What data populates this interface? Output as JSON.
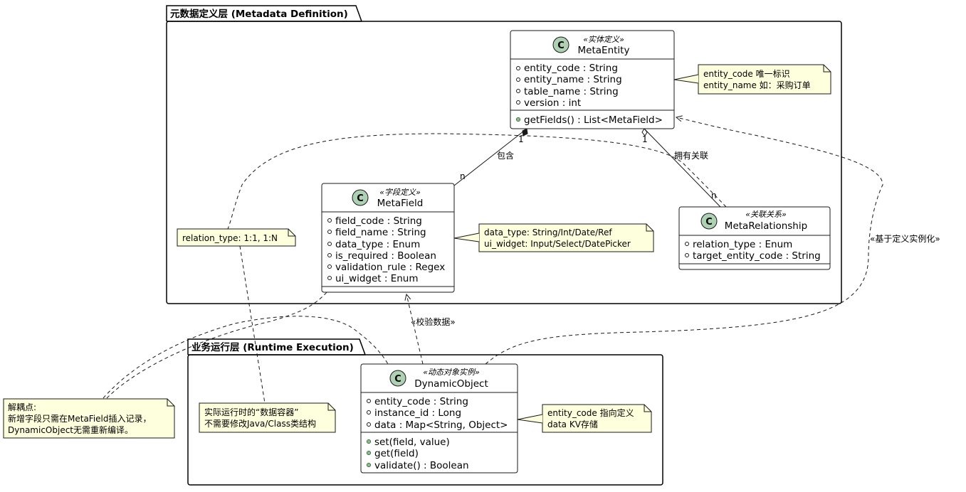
{
  "packages": {
    "metadata": {
      "title": "元数据定义层 (Metadata Definition)"
    },
    "runtime": {
      "title": "业务运行层 (Runtime Execution)"
    }
  },
  "classes": {
    "meta_entity": {
      "stereotype": "«实体定义»",
      "name": "MetaEntity",
      "attributes": [
        "entity_code : String",
        "entity_name : String",
        "table_name : String",
        "version : int"
      ],
      "methods": [
        "getFields() : List<MetaField>"
      ]
    },
    "meta_field": {
      "stereotype": "«字段定义»",
      "name": "MetaField",
      "attributes": [
        "field_code : String",
        "field_name : String",
        "data_type : Enum",
        "is_required : Boolean",
        "validation_rule : Regex",
        "ui_widget : Enum"
      ],
      "methods": []
    },
    "meta_relationship": {
      "stereotype": "«关联关系»",
      "name": "MetaRelationship",
      "attributes": [
        "relation_type : Enum",
        "target_entity_code : String"
      ],
      "methods": []
    },
    "dynamic_object": {
      "stereotype": "«动态对象实例»",
      "name": "DynamicObject",
      "attributes": [
        "entity_code : String",
        "instance_id : Long",
        "data : Map<String, Object>"
      ],
      "methods": [
        "set(field, value)",
        "get(field)",
        "validate() : Boolean"
      ]
    }
  },
  "notes": {
    "entity_note": [
      "entity_code 唯一标识",
      "entity_name 如：采购订单"
    ],
    "field_note": [
      "data_type: String/Int/Date/Ref",
      "ui_widget: Input/Select/DatePicker"
    ],
    "relation_note": [
      "relation_type: 1:1, 1:N"
    ],
    "decoupling_note": [
      "解耦点:",
      "新增字段只需在MetaField插入记录，",
      "DynamicObject无需重新编译。"
    ],
    "container_note": [
      "实际运行时的“数据容器”",
      "不需要修改Java/Class类结构"
    ],
    "object_note": [
      "entity_code 指向定义",
      "data KV存储"
    ]
  },
  "links": {
    "contains": {
      "label": "包含",
      "from_card": "1",
      "to_card": "n"
    },
    "has_relation": {
      "label": "拥有关联",
      "from_card": "1",
      "to_card": "n"
    },
    "validate": {
      "label": "«校验数据»"
    },
    "instantiate": {
      "label": "«基于定义实例化»"
    }
  },
  "icons": {
    "class_icon": "C",
    "class_icon_color": "#ADD1B2"
  }
}
